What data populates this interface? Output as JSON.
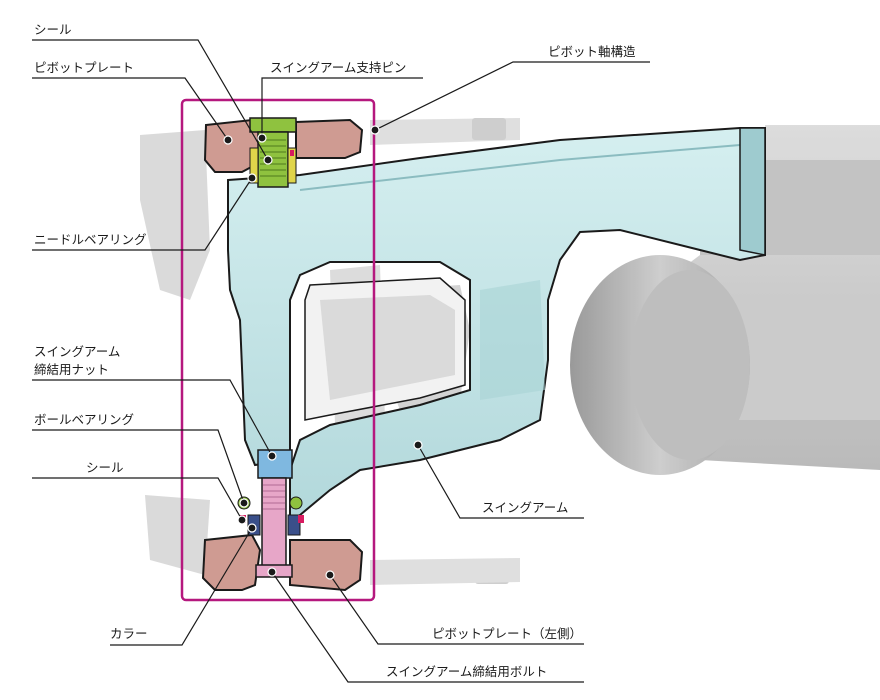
{
  "labels": {
    "seal_top": "シール",
    "pivot_plate": "ピボットプレート",
    "swingarm_support_pin": "スイングアーム支持ピン",
    "pivot_shaft_structure": "ピボット軸構造",
    "needle_bearing": "ニードルベアリング",
    "swingarm_nut_line1": "スイングアーム",
    "swingarm_nut_line2": "締結用ナット",
    "ball_bearing": "ボールベアリング",
    "seal_bottom": "シール",
    "swingarm": "スイングアーム",
    "collar": "カラー",
    "pivot_plate_left": "ピボットプレート（左側）",
    "swingarm_bolt": "スイングアーム締結用ボルト"
  },
  "colors": {
    "highlight_frame": "#b5187e",
    "swingarm_fill": "#c4e4e6",
    "pivot_plate_fill": "#cf9b92",
    "pin_green": "#8fc23f",
    "bolt_pink": "#e7a6c8",
    "nut_blue": "#7fb8e0"
  }
}
